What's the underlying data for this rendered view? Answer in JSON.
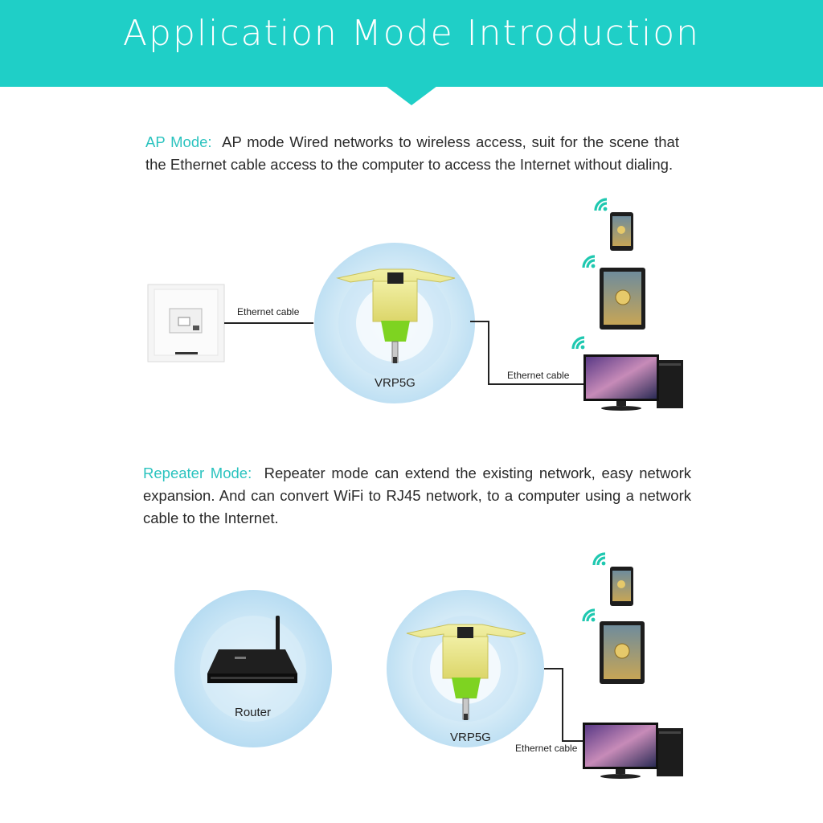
{
  "header": {
    "title": "Application Mode Introduction"
  },
  "ap_mode": {
    "label": "AP Mode:",
    "description": "AP mode Wired networks to wireless access, suit for the scene that the Ethernet cable access to the computer to access the Internet without dialing.",
    "cable_left_label": "Ethernet cable",
    "cable_right_label": "Ethernet cable",
    "device_label": "VRP5G"
  },
  "repeater_mode": {
    "label": "Repeater Mode:",
    "description": "Repeater mode can extend the existing network, easy network expansion. And can convert WiFi to RJ45 network, to a computer using a network cable to the Internet.",
    "router_label": "Router",
    "device_label": "VRP5G",
    "cable_label": "Ethernet cable"
  },
  "colors": {
    "accent": "#1fcfc7",
    "label": "#2bc3bf",
    "wifi": "#1fc8b0",
    "plug_green": "#7ed321",
    "device_yellow": "#e8e68a"
  },
  "icons": [
    "wall-socket-icon",
    "wifi-icon",
    "phone-icon",
    "tablet-icon",
    "desktop-computer-icon",
    "router-icon",
    "extender-device-icon"
  ]
}
